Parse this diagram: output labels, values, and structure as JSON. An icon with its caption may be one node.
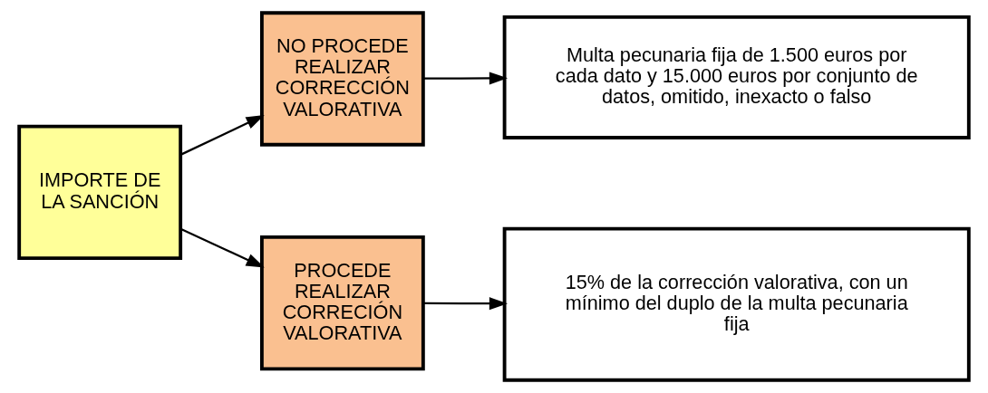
{
  "diagram": {
    "nodes": [
      {
        "text": [
          "IMPORTE DE LA SANCIÓN"
        ]
      },
      {
        "text": [
          "NO PROCEDE REALIZAR CORRECCIÓN VALORATIVA"
        ]
      },
      {
        "text": [
          "Multa pecunaria fija de 1.500 euros por cada dato y 15.000 euros por conjunto de datos, omitido, inexacto o falso"
        ]
      },
      {
        "text": [
          "PROCEDE REALIZAR CORRECIÓN VALORATIVA"
        ]
      },
      {
        "text": [
          "15% de la corrección valorativa, con un mínimo del duplo de la multa pecunaria fija"
        ]
      }
    ],
    "edges": [
      {
        "from": 0,
        "to": 1,
        "arrow": "to"
      },
      {
        "from": 1,
        "to": 2,
        "arrow": "to"
      },
      {
        "from": 0,
        "to": 3,
        "arrow": "to"
      },
      {
        "from": 3,
        "to": 4,
        "arrow": "to"
      }
    ]
  }
}
